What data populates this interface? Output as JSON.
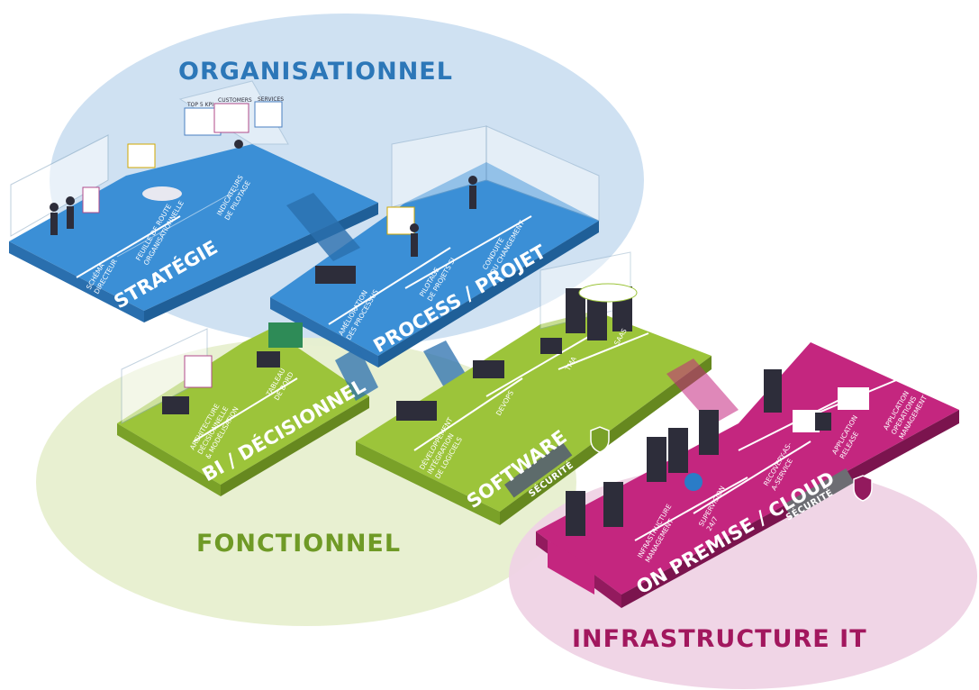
{
  "zones": {
    "organisationnel": {
      "label": "ORGANISATIONNEL",
      "color": "#2c77b8"
    },
    "fonctionnel": {
      "label": "FONCTIONNEL",
      "color": "#6f9a26"
    },
    "infrastructure": {
      "label": "INFRASTRUCTURE IT",
      "color": "#a2175e"
    }
  },
  "platforms": {
    "strategie": {
      "title": "STRATÉGIE",
      "rooms": [
        {
          "lines": [
            "SCHÉMA",
            "DIRECTEUR"
          ]
        },
        {
          "lines": [
            "FEUILLE DE ROUTE",
            "ORGANISATIONNELLE"
          ]
        },
        {
          "lines": [
            "INDICATEURS",
            "DE PILOTAGE"
          ]
        }
      ]
    },
    "process": {
      "title": "PROCESS / PROJET",
      "rooms": [
        {
          "lines": [
            "AMÉLIORATION",
            "DES PROCESSUS"
          ]
        },
        {
          "lines": [
            "PILOTAGE",
            "DE PROJETS SI"
          ]
        },
        {
          "lines": [
            "CONDUITE",
            "DU CHANGEMENT"
          ]
        }
      ]
    },
    "bi": {
      "title": "BI / DÉCISIONNEL",
      "rooms": [
        {
          "lines": [
            "ARCHITECTURE",
            "DÉCISIONNELLE",
            "& MODÉLISATION"
          ]
        },
        {
          "lines": [
            "TABLEAU",
            "DE BORD"
          ]
        }
      ]
    },
    "software": {
      "title": "SOFTWARE",
      "security": "SÉCURITÉ",
      "rooms": [
        {
          "lines": [
            "DÉVELOPPEMENT",
            "INTÉGRATION",
            "DE LOGICIELS"
          ]
        },
        {
          "lines": [
            "DEVOPS"
          ]
        },
        {
          "lines": [
            "TMA"
          ]
        },
        {
          "lines": [
            "SAAS"
          ]
        }
      ]
    },
    "cloud": {
      "title": "ON PREMISE / CLOUD",
      "security": "SÉCURITÉ",
      "rooms": [
        {
          "lines": [
            "INFRASTRUCTURE",
            "MANAGEMENT"
          ]
        },
        {
          "lines": [
            "SUPERVISION",
            "24/7"
          ]
        },
        {
          "lines": [
            "RECOVERY-AS-",
            "A-SERVICE"
          ]
        },
        {
          "lines": [
            "APPLICATION",
            "RELEASE"
          ]
        },
        {
          "lines": [
            "APPLICATION",
            "OPERATIONS",
            "MANAGEMENT"
          ]
        }
      ]
    }
  },
  "screens": {
    "top_center": "TOP 5 KPI",
    "customers": "CUSTOMERS",
    "top_right": "SERVICES"
  },
  "colors": {
    "blue_top": "#3b8fd6",
    "blue_side": "#2a6fae",
    "green_top": "#9cc43a",
    "green_side": "#7aa128",
    "magenta_top": "#c4267f",
    "magenta_side": "#931a5e",
    "zone_blue": "#cfe1f2",
    "zone_green": "#e7efcf",
    "zone_pink": "#efd3e5"
  }
}
